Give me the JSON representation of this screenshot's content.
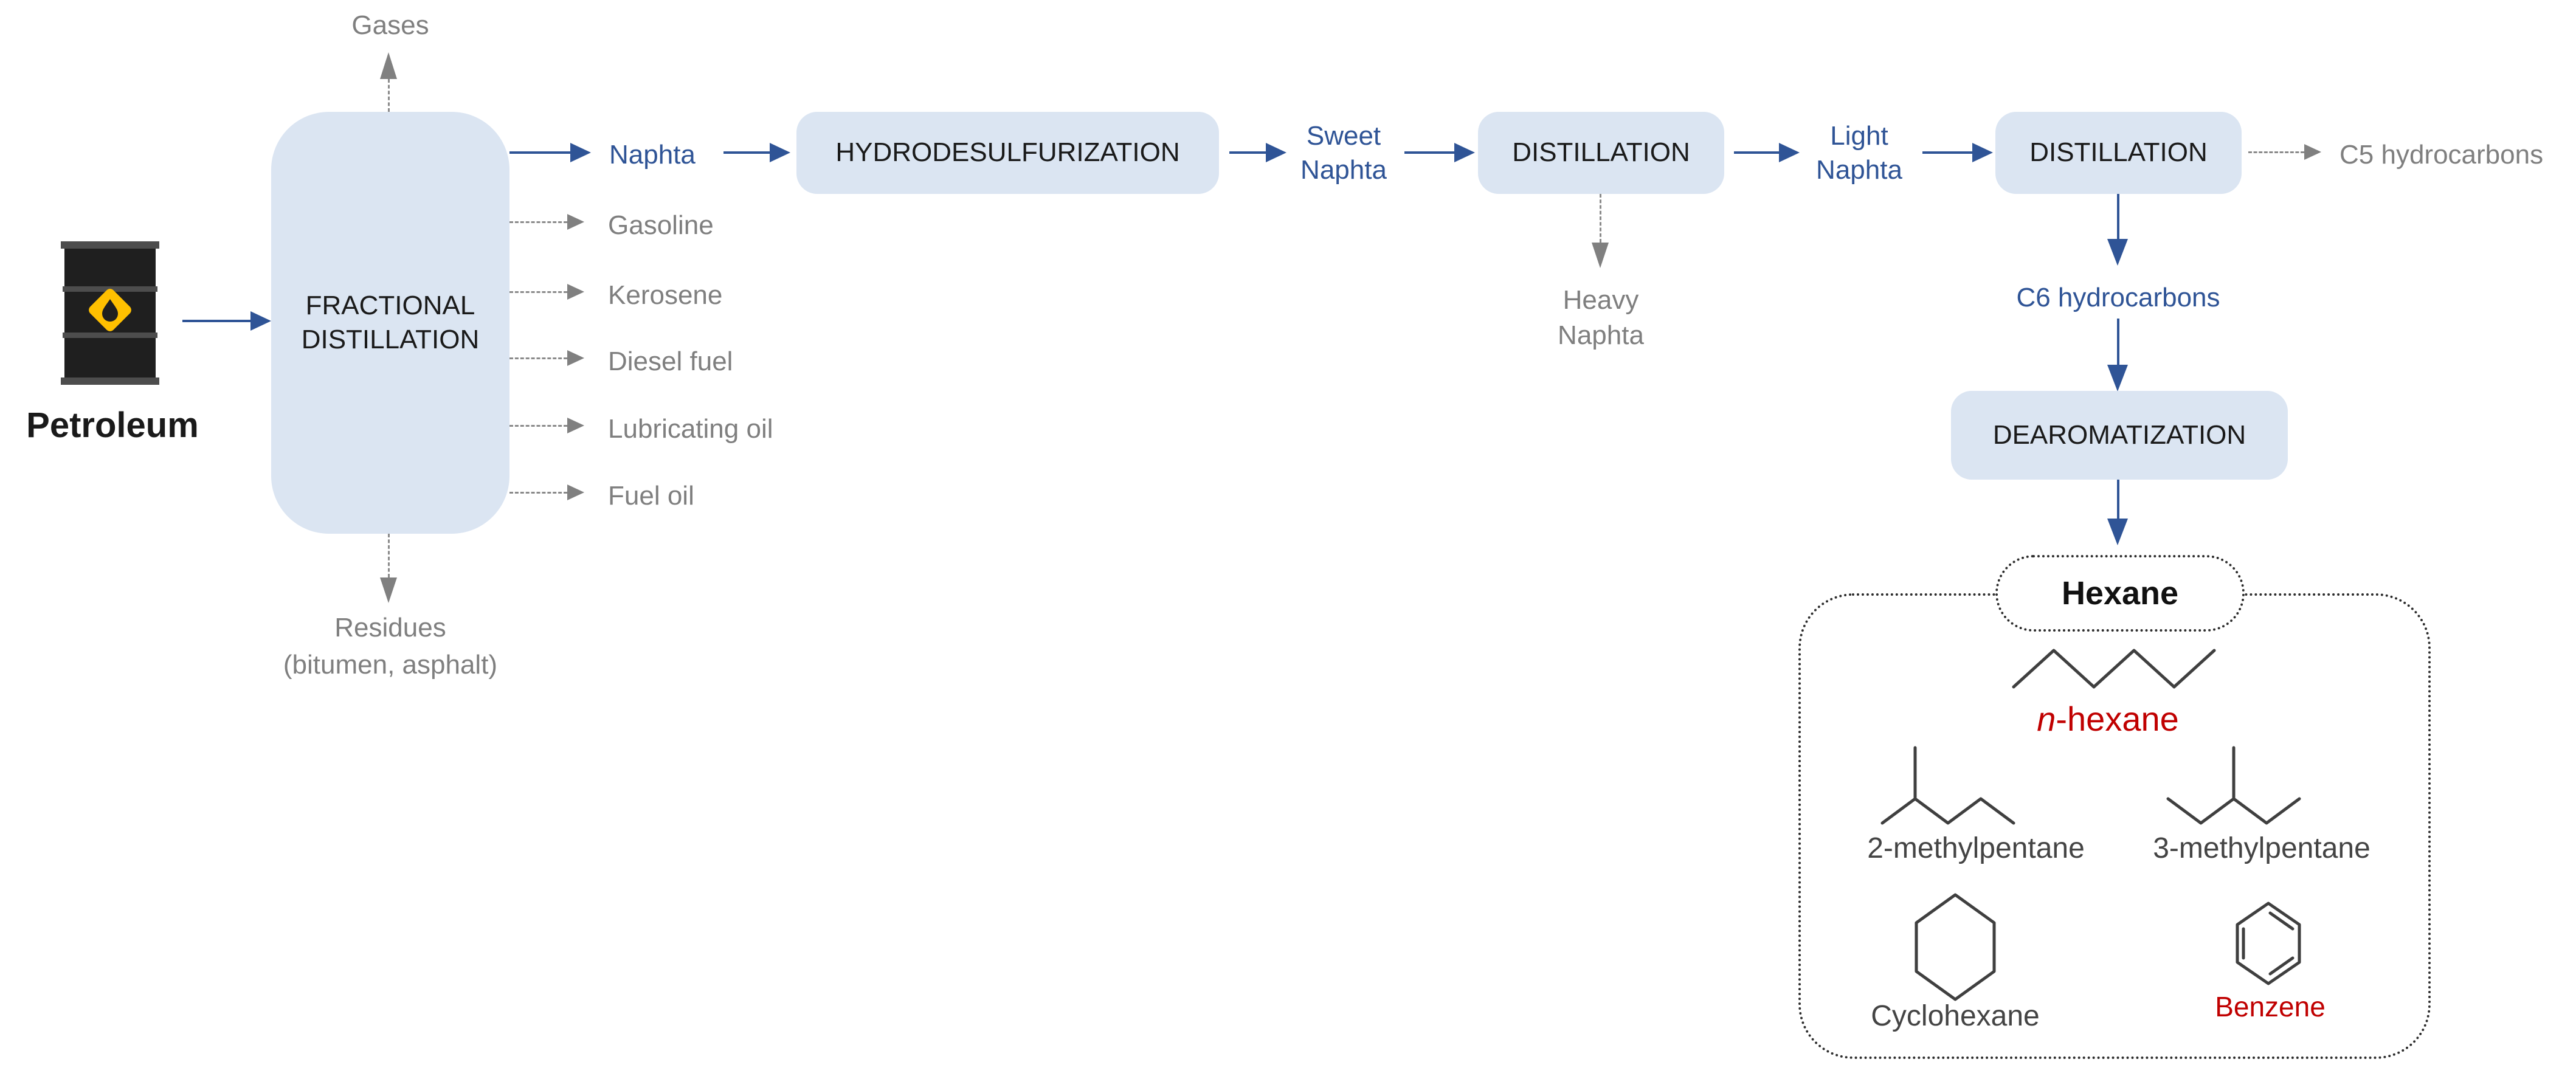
{
  "colors": {
    "box_fill": "#dbe5f2",
    "accent_blue": "#2f5496",
    "muted_gray": "#7f7f7f",
    "highlight_red": "#c00000",
    "structure_dark": "#3f3f3f",
    "barrel_yellow": "#ffc000"
  },
  "source": {
    "label": "Petroleum"
  },
  "fractional_distillation": {
    "title": "FRACTIONAL DISTILLATION",
    "top_output": "Gases",
    "main_output": "Naphta",
    "outputs": [
      {
        "label": "Gasoline"
      },
      {
        "label": "Kerosene"
      },
      {
        "label": "Diesel fuel"
      },
      {
        "label": "Lubricating oil"
      },
      {
        "label": "Fuel oil"
      }
    ],
    "bottom_output_line1": "Residues",
    "bottom_output_line2": "(bitumen, asphalt)"
  },
  "hydrodesulfurization": {
    "title": "HYDRODESULFURIZATION",
    "output": "Sweet Naphta"
  },
  "distillation1": {
    "title": "DISTILLATION",
    "side_output": "Heavy Naphta",
    "output": "Light Naphta"
  },
  "distillation2": {
    "title": "DISTILLATION",
    "side_output": "C5 hydrocarbons",
    "output": "C6 hydrocarbons"
  },
  "dearomatization": {
    "title": "DEAROMATIZATION"
  },
  "hexane_group": {
    "title": "Hexane",
    "n_hexane": {
      "prefix": "n",
      "suffix": "-hexane"
    },
    "methylpentane2": "2-methylpentane",
    "methylpentane3": "3-methylpentane",
    "cyclohexane": "Cyclohexane",
    "benzene": "Benzene"
  }
}
